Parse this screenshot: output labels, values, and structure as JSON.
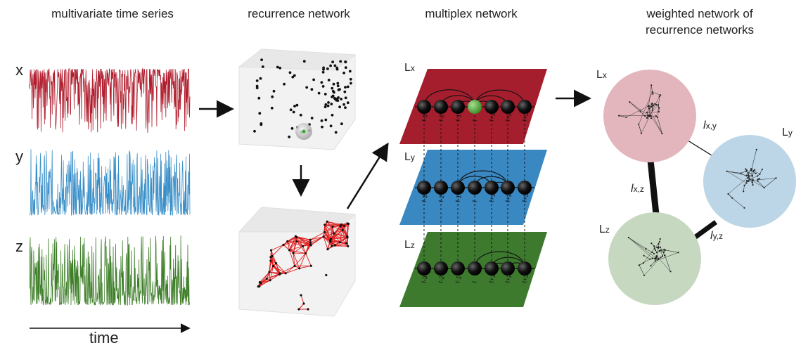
{
  "panels": {
    "p1_title": "multivariate time series",
    "p2_title": "recurrence network",
    "p3_title": "multiplex network",
    "p4_title_line1": "weighted network of",
    "p4_title_line2": "recurrence networks"
  },
  "series_labels": [
    "x",
    "y",
    "z"
  ],
  "time_label": "time",
  "layers": [
    {
      "name": "L",
      "sub": "x",
      "color": "#a51e2d"
    },
    {
      "name": "L",
      "sub": "y",
      "color": "#3a88c2"
    },
    {
      "name": "L",
      "sub": "z",
      "color": "#3d7a2e"
    }
  ],
  "node_labels": [
    "t-3",
    "t-2",
    "t-1",
    "t",
    "t+1",
    "t+2",
    "t+3"
  ],
  "network_labels": [
    {
      "name": "L",
      "sub": "x"
    },
    {
      "name": "L",
      "sub": "y"
    },
    {
      "name": "L",
      "sub": "z"
    }
  ],
  "weights": [
    {
      "name": "l",
      "sub": "x,y"
    },
    {
      "name": "l",
      "sub": "x,z"
    },
    {
      "name": "l",
      "sub": "y,z"
    }
  ],
  "colors": {
    "x_series": "#b01e2e",
    "y_series": "#3a8fc8",
    "z_series": "#3f7f2a",
    "x_circle": "#e2b6bc",
    "y_circle": "#bcd6e8",
    "z_circle": "#c6d9c0",
    "rn_edges": "#e02020",
    "node_highlight": "#5cb84a"
  }
}
